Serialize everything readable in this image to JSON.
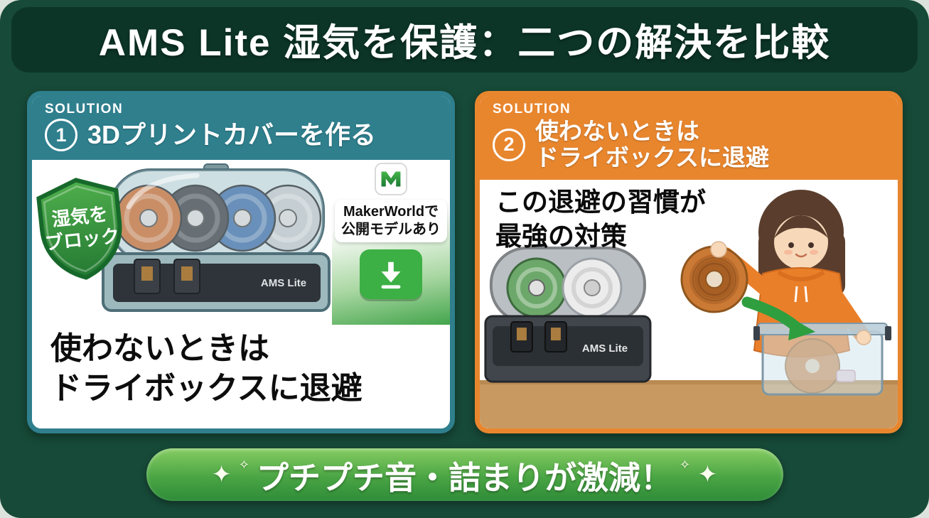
{
  "title": "AMS Lite 湿気を保護：二つの解決を比較",
  "solution1": {
    "eyebrow": "SOLUTION",
    "number": "1",
    "title": "3Dプリントカバーを作る",
    "shield_line1": "湿気を",
    "shield_line2": "ブロック",
    "device_label": "AMS Lite",
    "note_line1": "MakerWorldで",
    "note_line2": "公開モデルあり",
    "caption_line1": "使わないときは",
    "caption_line2": "ドライボックスに退避"
  },
  "solution2": {
    "eyebrow": "SOLUTION",
    "number": "2",
    "title_line1": "使わないときは",
    "title_line2": "ドライボックスに退避",
    "body_line1": "この退避の習慣が",
    "body_line2": "最強の対策",
    "device_label": "AMS Lite"
  },
  "footer": {
    "sparkle_large": "✦",
    "sparkle_small": "✧",
    "text": "プチプチ音・詰まりが激減！"
  },
  "colors": {
    "stage_green": "#174A38",
    "banner_green": "#0C3527",
    "teal": "#2F7F8D",
    "orange": "#E8862E",
    "button_green": "#3CB045",
    "pill_green": "#4AA544",
    "shield_green": "#3E9B43"
  }
}
